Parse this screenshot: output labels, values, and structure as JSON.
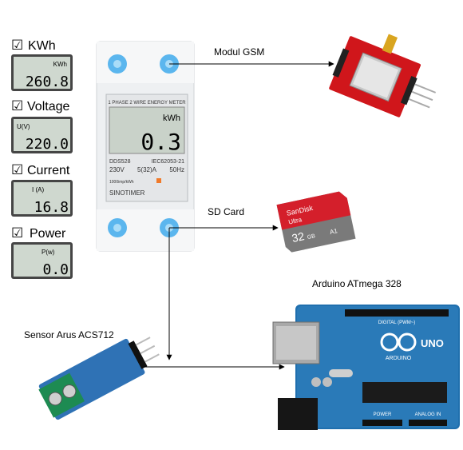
{
  "readings": [
    {
      "check": "☑",
      "label": "KWh",
      "unit": "KWh",
      "value": "260.8"
    },
    {
      "check": "☑",
      "label": "Voltage",
      "unit": "U(V)",
      "value": "220.0"
    },
    {
      "check": "☑",
      "label": "Current",
      "unit": "I (A)",
      "value": "16.8"
    },
    {
      "check": "☑",
      "label": "Power",
      "unit": "P(w)",
      "value": "0.0"
    }
  ],
  "meter": {
    "header": "1 PHASE 2 WIRE ENERGY METER",
    "unit": "kWh",
    "value": "0.3",
    "model": "DDS528",
    "standard": "IEC62053-21",
    "voltage": "230V",
    "current": "5(32)A",
    "freq": "50Hz",
    "imp": "1000imp/kWh",
    "brand": "SINOTIMER"
  },
  "components": {
    "gsm": "Modul GSM",
    "sd": "SD Card",
    "arduino": "Arduino ATmega 328",
    "sensor": "Sensor Arus ACS712"
  },
  "sd_card": {
    "brand": "SanDisk",
    "line": "Ultra",
    "capacity": "32",
    "cap_unit": "GB",
    "class": "A1"
  },
  "arduino_board": {
    "brand": "ARDUINO",
    "model": "UNO",
    "header_label": "DIGITAL (PWM~)",
    "power_label": "POWER",
    "analog_label": "ANALOG IN"
  }
}
